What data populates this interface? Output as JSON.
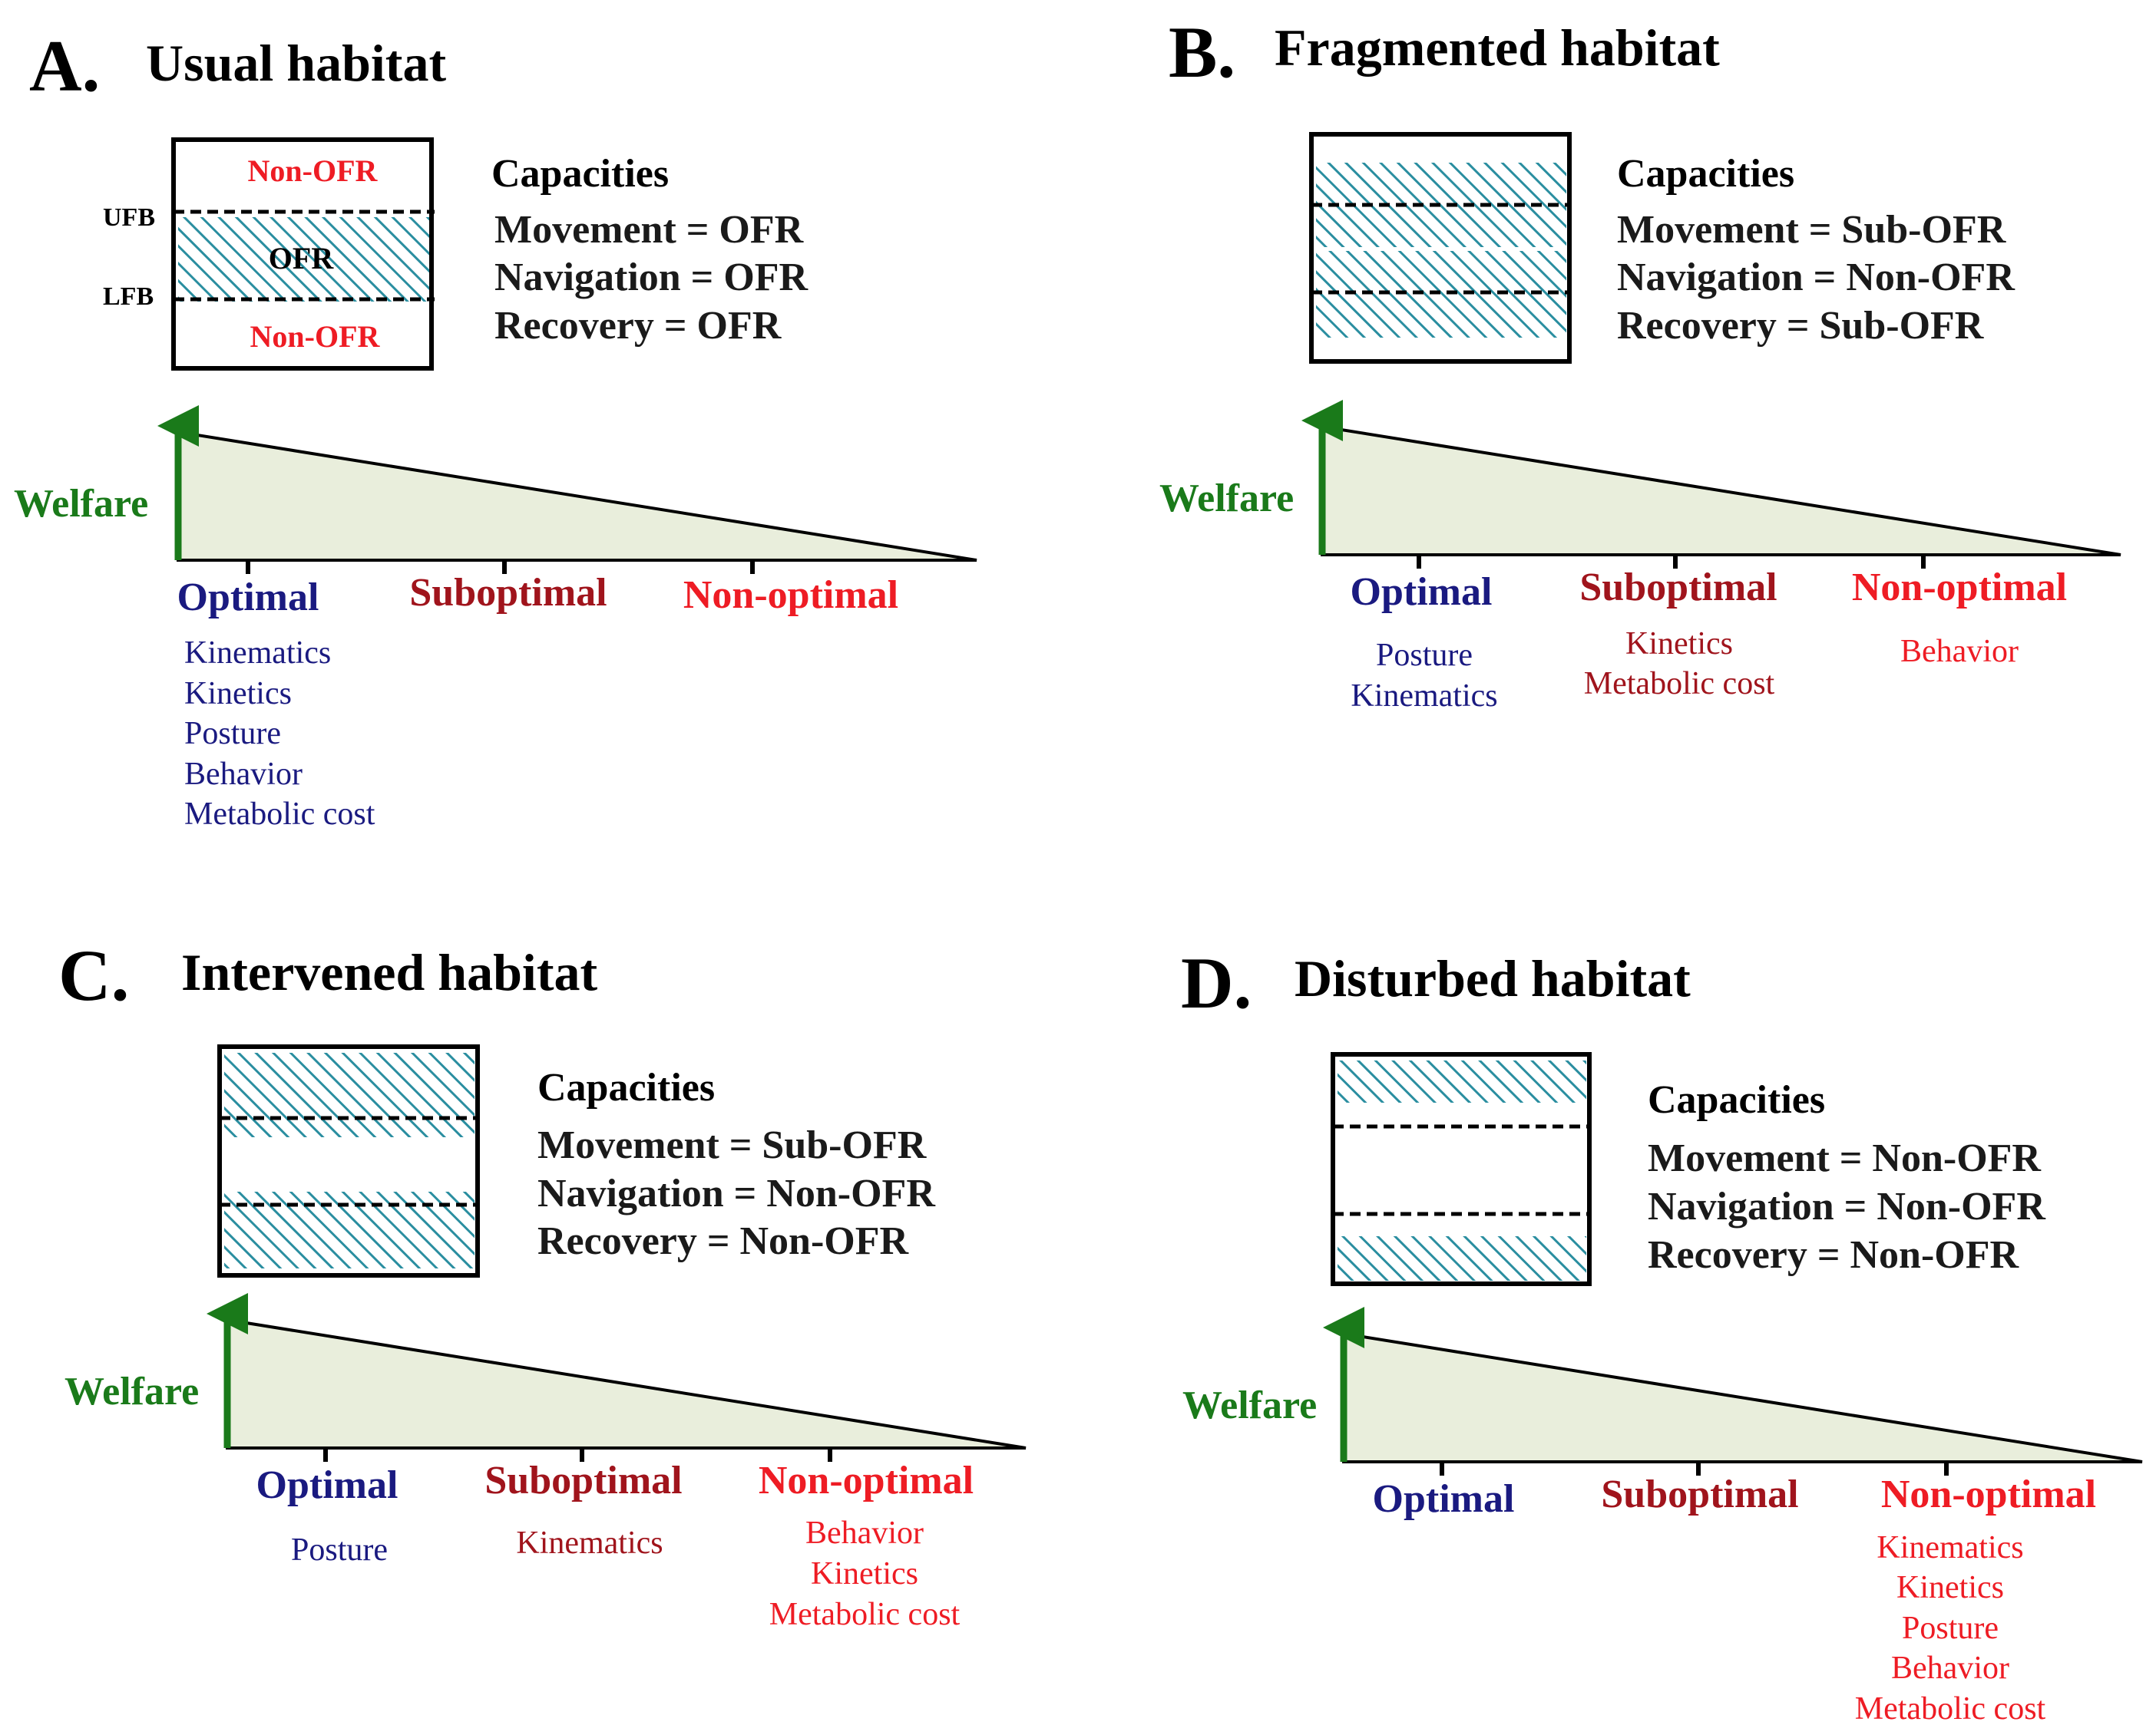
{
  "colors": {
    "optimal": "#1a1a80",
    "suboptimal": "#a0141c",
    "nonoptimal": "#ee1c24",
    "welfare": "#1a7a1a",
    "hatch": "#2a8ea0",
    "triangle_fill": "#e9eedc"
  },
  "panels": [
    {
      "letter": "A.",
      "title": "Usual habitat",
      "capacities_heading": "Capacities",
      "capacities": [
        "Movement = OFR",
        "Navigation = OFR",
        "Recovery = OFR"
      ],
      "box": {
        "top_label": "Non-OFR",
        "middle_label": "OFR",
        "bottom_label": "Non-OFR",
        "upper_side_label": "UFB",
        "lower_side_label": "LFB"
      },
      "welfare_label": "Welfare",
      "categories": [
        {
          "label": "Optimal",
          "items": [
            "Kinematics",
            "Kinetics",
            "Posture",
            "Behavior",
            "Metabolic cost"
          ]
        },
        {
          "label": "Suboptimal",
          "items": []
        },
        {
          "label": "Non-optimal",
          "items": []
        }
      ]
    },
    {
      "letter": "B.",
      "title": "Fragmented habitat",
      "capacities_heading": "Capacities",
      "capacities": [
        "Movement = Sub-OFR",
        "Navigation = Non-OFR",
        "Recovery = Sub-OFR"
      ],
      "welfare_label": "Welfare",
      "categories": [
        {
          "label": "Optimal",
          "items": [
            "Posture",
            "Kinematics"
          ]
        },
        {
          "label": "Suboptimal",
          "items": [
            "Kinetics",
            "Metabolic cost"
          ]
        },
        {
          "label": "Non-optimal",
          "items": [
            "Behavior"
          ]
        }
      ]
    },
    {
      "letter": "C.",
      "title": "Intervened habitat",
      "capacities_heading": "Capacities",
      "capacities": [
        "Movement = Sub-OFR",
        "Navigation = Non-OFR",
        "Recovery = Non-OFR"
      ],
      "welfare_label": "Welfare",
      "categories": [
        {
          "label": "Optimal",
          "items": [
            "Posture"
          ]
        },
        {
          "label": "Suboptimal",
          "items": [
            "Kinematics"
          ]
        },
        {
          "label": "Non-optimal",
          "items": [
            "Behavior",
            "Kinetics",
            "Metabolic cost"
          ]
        }
      ]
    },
    {
      "letter": "D.",
      "title": "Disturbed habitat",
      "capacities_heading": "Capacities",
      "capacities": [
        "Movement = Non-OFR",
        "Navigation = Non-OFR",
        "Recovery = Non-OFR"
      ],
      "welfare_label": "Welfare",
      "categories": [
        {
          "label": "Optimal",
          "items": []
        },
        {
          "label": "Suboptimal",
          "items": []
        },
        {
          "label": "Non-optimal",
          "items": [
            "Kinematics",
            "Kinetics",
            "Posture",
            "Behavior",
            "Metabolic cost"
          ]
        }
      ]
    }
  ]
}
